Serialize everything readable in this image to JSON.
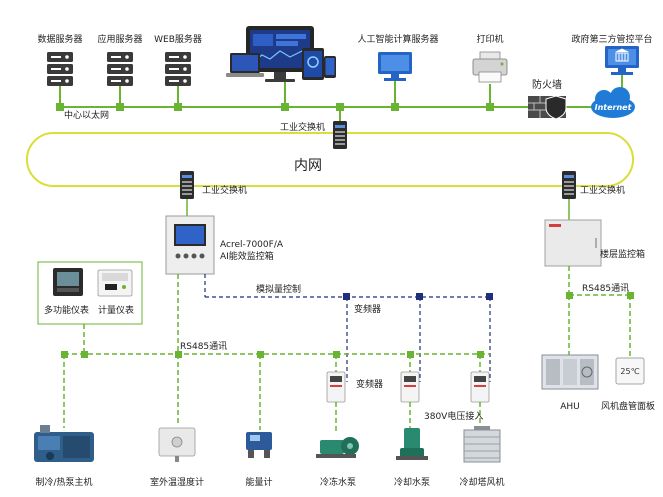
{
  "top_devices": {
    "db_server": "数据服务器",
    "app_server": "应用服务器",
    "web_server": "WEB服务器",
    "ai_server": "人工智能计算服务器",
    "printer": "打印机",
    "gov_platform": "政府第三方管控平台"
  },
  "ethernet_label": "中心以太网",
  "firewall_label": "防火墙",
  "internet_label": "Internet",
  "core_switch_label": "工业交换机",
  "ring_label": "内网",
  "left_switch_label": "工业交换机",
  "right_switch_label": "工业交换机",
  "main_cabinet": {
    "line1": "Acrel-7000F/A",
    "line2": "AI能效监控箱"
  },
  "floor_cabinet_label": "楼层监控箱",
  "meter_box": {
    "multi": "多功能仪表",
    "meter": "计量仪表"
  },
  "analog_label": "模拟量控制",
  "vfd_label_top": "变频器",
  "vfd_label_mid": "变频器",
  "rs485_main": "RS485通讯",
  "rs485_right": "RS485通讯",
  "power_label": "380V电压接入",
  "ahu_label": "AHU",
  "fcu_label": "风机盘管面板",
  "fcu_display": "25℃",
  "bottom_devices": {
    "chiller": "制冷/热泵主机",
    "sensor": "室外温湿度计",
    "energy_meter": "能量计",
    "chw_pump": "冷冻水泵",
    "cw_pump": "冷却水泵",
    "tower_fan": "冷却塔风机"
  },
  "colors": {
    "green": "#6ab433",
    "ring": "#d8de3a",
    "dash": "#1f2f7a",
    "screen": "#1d3b88",
    "brand": "#1f7bd6"
  }
}
